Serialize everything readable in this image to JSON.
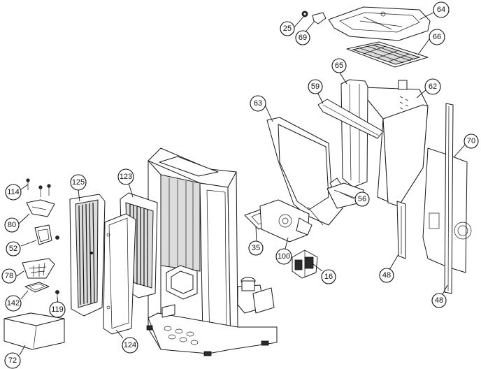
{
  "callouts": {
    "c25": "25",
    "c69": "69",
    "c64": "64",
    "c66": "66",
    "c65": "65",
    "c59": "59",
    "c62": "62",
    "c63": "63",
    "c70": "70",
    "c56": "56",
    "c35": "35",
    "c100": "100",
    "c16": "16",
    "c48a": "48",
    "c48b": "48",
    "c114": "114",
    "c125": "125",
    "c123": "123",
    "c80": "80",
    "c52": "52",
    "c78": "78",
    "c142": "142",
    "c119": "119",
    "c72": "72",
    "c124": "124"
  }
}
